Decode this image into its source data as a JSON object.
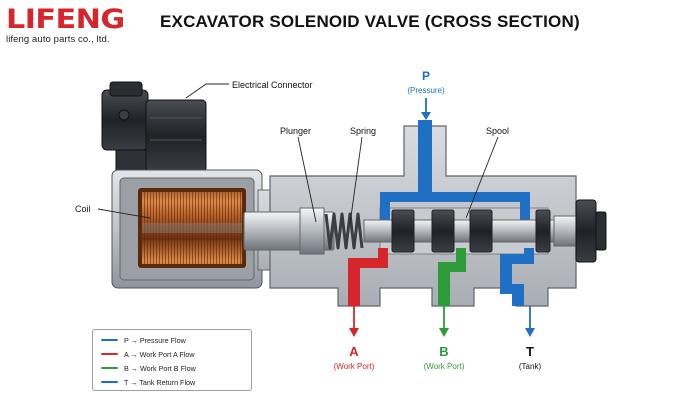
{
  "brand": {
    "name": "LIFENG",
    "tagline": "lifeng auto parts co., ltd."
  },
  "title": "EXCAVATOR SOLENOID VALVE (CROSS SECTION)",
  "labels": {
    "electrical_connector": "Electrical Connector",
    "plunger": "Plunger",
    "spring": "Spring",
    "spool": "Spool",
    "coil": "Coil"
  },
  "ports": {
    "p": {
      "letter": "P",
      "name": "(Pressure)",
      "color": "#1f6fc2"
    },
    "a": {
      "letter": "A",
      "name": "(Work Port)",
      "color": "#d7262b"
    },
    "b": {
      "letter": "B",
      "name": "(Work Port)",
      "color": "#2e9b3a"
    },
    "t": {
      "letter": "T",
      "name": "(Tank)",
      "color": "#111111"
    }
  },
  "legend": [
    {
      "text": "P → Pressure Flow",
      "color": "#1f6fc2"
    },
    {
      "text": "A → Work Port A Flow",
      "color": "#d7262b"
    },
    {
      "text": "B → Work Port B Flow",
      "color": "#2e9b3a"
    },
    {
      "text": "T → Tank Return Flow",
      "color": "#1f6fc2"
    }
  ]
}
